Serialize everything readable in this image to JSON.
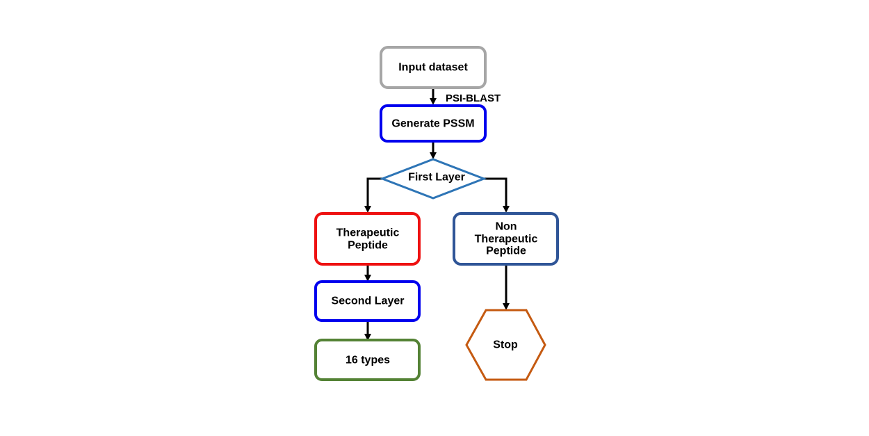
{
  "nodes": {
    "input_dataset": {
      "label": "Input dataset",
      "color": "#a6a6a6"
    },
    "generate_pssm": {
      "label": "Generate PSSM",
      "color": "#0000ee"
    },
    "first_layer": {
      "label": "First Layer",
      "color": "#2e75b6"
    },
    "therapeutic_peptide": {
      "line1": "Therapeutic",
      "line2": "Peptide",
      "color": "#ee1111"
    },
    "non_therapeutic_peptide": {
      "line1": "Non",
      "line2": "Therapeutic",
      "line3": "Peptide",
      "color": "#2f5597"
    },
    "second_layer": {
      "label": "Second Layer",
      "color": "#0000ee"
    },
    "sixteen_types": {
      "label": "16 types",
      "color": "#548235"
    },
    "stop": {
      "label": "Stop",
      "color": "#c55a11"
    }
  },
  "edges": {
    "input_to_pssm_label": "PSI-BLAST"
  },
  "edge_color": "#000000"
}
